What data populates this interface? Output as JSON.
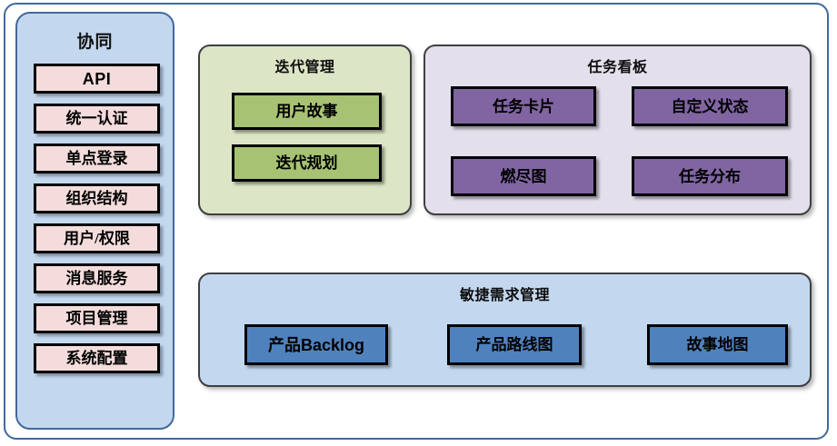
{
  "diagram": {
    "title_text": "",
    "colors": {
      "frame_border": "#41699b",
      "sidebar_bg": "#c3d8ef",
      "sidebar_item_bg": "#f4dcdc",
      "iteration_panel_bg": "#dce6c6",
      "iteration_box_bg": "#a7c272",
      "taskboard_panel_bg": "#e4dfec",
      "taskboard_box_bg": "#8165a3",
      "agile_panel_bg": "#c3d8ef",
      "agile_box_bg": "#4f81bd",
      "box_border": "#000000"
    }
  },
  "sidebar": {
    "title": "协同",
    "items": [
      {
        "label": "API"
      },
      {
        "label": "统一认证"
      },
      {
        "label": "单点登录"
      },
      {
        "label": "组织结构"
      },
      {
        "label": "用户/权限"
      },
      {
        "label": "消息服务"
      },
      {
        "label": "项目管理"
      },
      {
        "label": "系统配置"
      }
    ]
  },
  "iteration": {
    "title": "迭代管理",
    "boxes": [
      {
        "label": "用户故事"
      },
      {
        "label": "迭代规划"
      }
    ]
  },
  "taskboard": {
    "title": "任务看板",
    "boxes": [
      {
        "label": "任务卡片"
      },
      {
        "label": "自定义状态"
      },
      {
        "label": "燃尽图"
      },
      {
        "label": "任务分布"
      }
    ]
  },
  "agile": {
    "title": "敏捷需求管理",
    "boxes": [
      {
        "label": "产品Backlog"
      },
      {
        "label": "产品路线图"
      },
      {
        "label": "故事地图"
      }
    ]
  }
}
